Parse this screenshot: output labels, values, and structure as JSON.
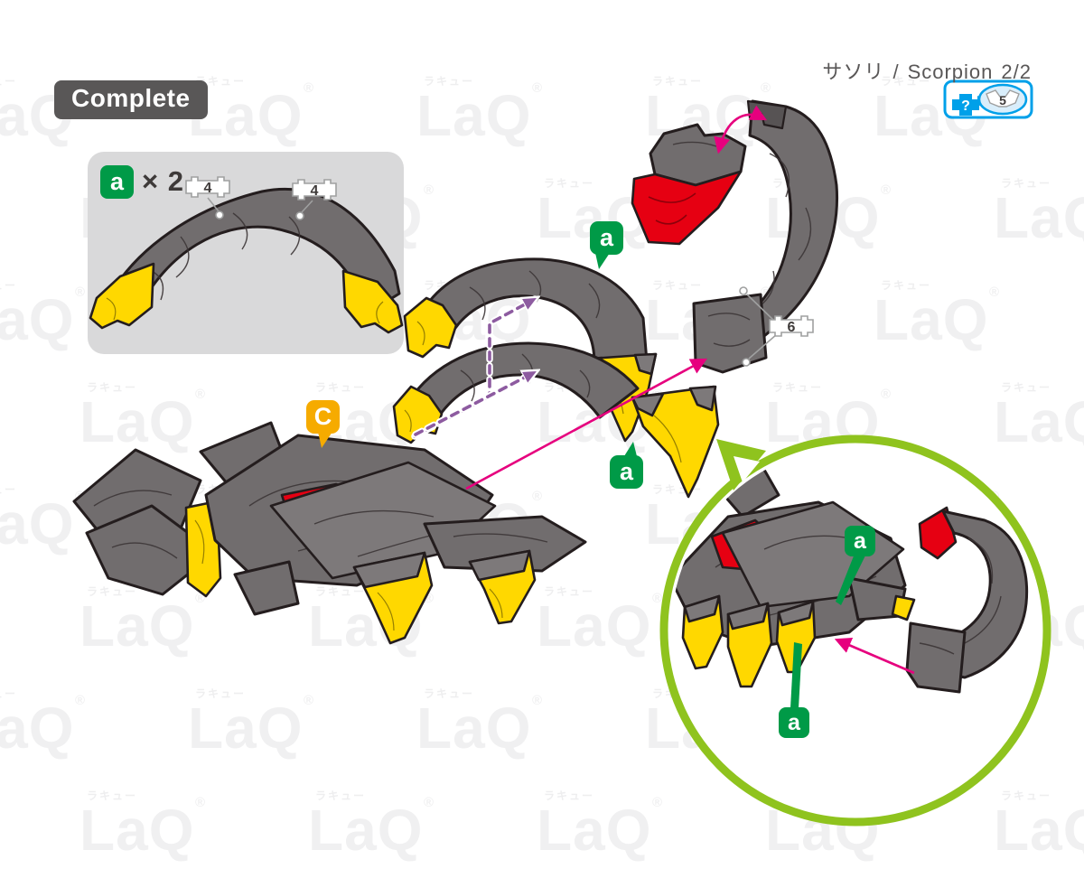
{
  "header": {
    "title_jp": "サソリ",
    "separator": "/",
    "title_en": "Scorpion",
    "page_indicator": "2/2"
  },
  "complete_badge": {
    "label": "Complete"
  },
  "legend": {
    "question_mark": "?",
    "piece_count": "5"
  },
  "parts_box": {
    "part_badge": "a",
    "multiplier": "× 2",
    "part_tags": [
      "4",
      "4"
    ]
  },
  "assembly_labels": {
    "upper_arc_badge": "a",
    "fang_badge": "a",
    "body_badge": "C",
    "tail_part_tag": "6"
  },
  "inset": {
    "top_badge": "a",
    "bottom_badge": "a"
  },
  "watermark": {
    "kana": "ラキュー",
    "logo": "LaQ",
    "reg": "®"
  },
  "colors": {
    "part_gray": "#716d6e",
    "part_yellow": "#ffd800",
    "part_red": "#e60012",
    "badge_green": "#009a47",
    "badge_orange": "#f6ab00",
    "arrow_pink": "#e6007e",
    "arrow_purple": "#8d5ba0",
    "inset_ring_green": "#8fc31e",
    "legend_blue": "#00a0e9",
    "complete_badge_gray": "#595757",
    "parts_box_gray": "#d9d9da"
  }
}
